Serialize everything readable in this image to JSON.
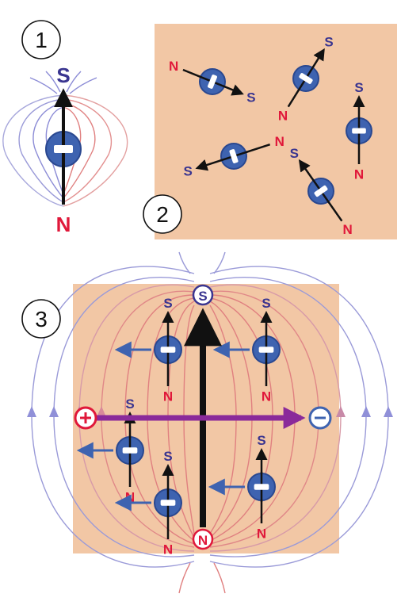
{
  "panel_numbers": [
    "1",
    "2",
    "3"
  ],
  "pole_s": "S",
  "pole_n": "N",
  "colors": {
    "background": "#ffffff",
    "panel_fill": "#f2c7a5",
    "magnet_blue": "#3e63b0",
    "magnet_outline": "#2a4890",
    "pole_s": "#3a3590",
    "pole_n": "#e0183a",
    "field_blue": "#8c8cd6",
    "field_red": "#e08080",
    "arrow_dark": "#111111",
    "current_purple": "#8a2a9a",
    "current_plus": "#e0183a",
    "current_minus": "#3e63b0"
  },
  "icons": {
    "electron_magnet": "blue-disc-with-white-bar",
    "plus_terminal": "plus-circle-icon",
    "minus_terminal": "minus-circle-icon"
  }
}
